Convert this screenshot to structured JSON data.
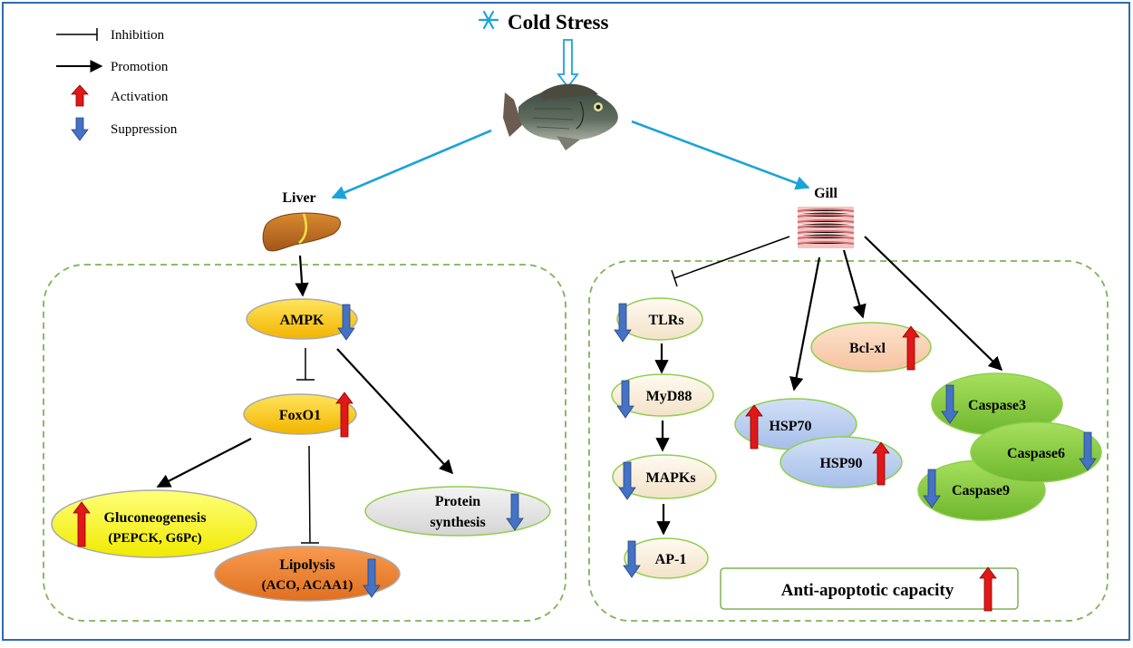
{
  "title": "Cold Stress",
  "colors": {
    "frame": "#2f6bb0",
    "teal": "#1aa3db",
    "dash": "#7fb356",
    "up_arrow": "#e01818",
    "down_arrow": "#4472c4",
    "yellow_node": "#ffd700",
    "bright_yellow": "#ffff00",
    "orange_node": "#ef7d2e",
    "grey_node": "#e4e4e4",
    "cream_node": "#fdf0df",
    "peach_node": "#fbd5b8",
    "blue_node": "#b9cdf0",
    "green_node": "#8fcf4e"
  },
  "legend": {
    "inhibition": "Inhibition",
    "promotion": "Promotion",
    "activation": "Activation",
    "suppression": "Suppression"
  },
  "organs": {
    "liver": "Liver",
    "gill": "Gill",
    "fish_icon": "fish-icon",
    "liver_icon": "liver-icon",
    "gill_icon": "gill-tissue-icon",
    "cold_icon": "snowflake-icon"
  },
  "liver_nodes": {
    "ampk": "AMPK",
    "foxo1": "FoxO1",
    "gluconeogenesis": "Gluconeogenesis",
    "gluconeogenesis_genes": "(PEPCK, G6Pc)",
    "lipolysis": "Lipolysis",
    "lipolysis_genes": "(ACO, ACAA1)",
    "protein_1": "Protein",
    "protein_2": "synthesis"
  },
  "gill_nodes": {
    "tlrs": "TLRs",
    "myd88": "MyD88",
    "mapks": "MAPKs",
    "ap1": "AP-1",
    "bclxl": "Bcl-xl",
    "hsp70": "HSP70",
    "hsp90": "HSP90",
    "caspase3": "Caspase3",
    "caspase6": "Caspase6",
    "caspase9": "Caspase9",
    "anti_apoptotic": "Anti-apoptotic capacity"
  }
}
